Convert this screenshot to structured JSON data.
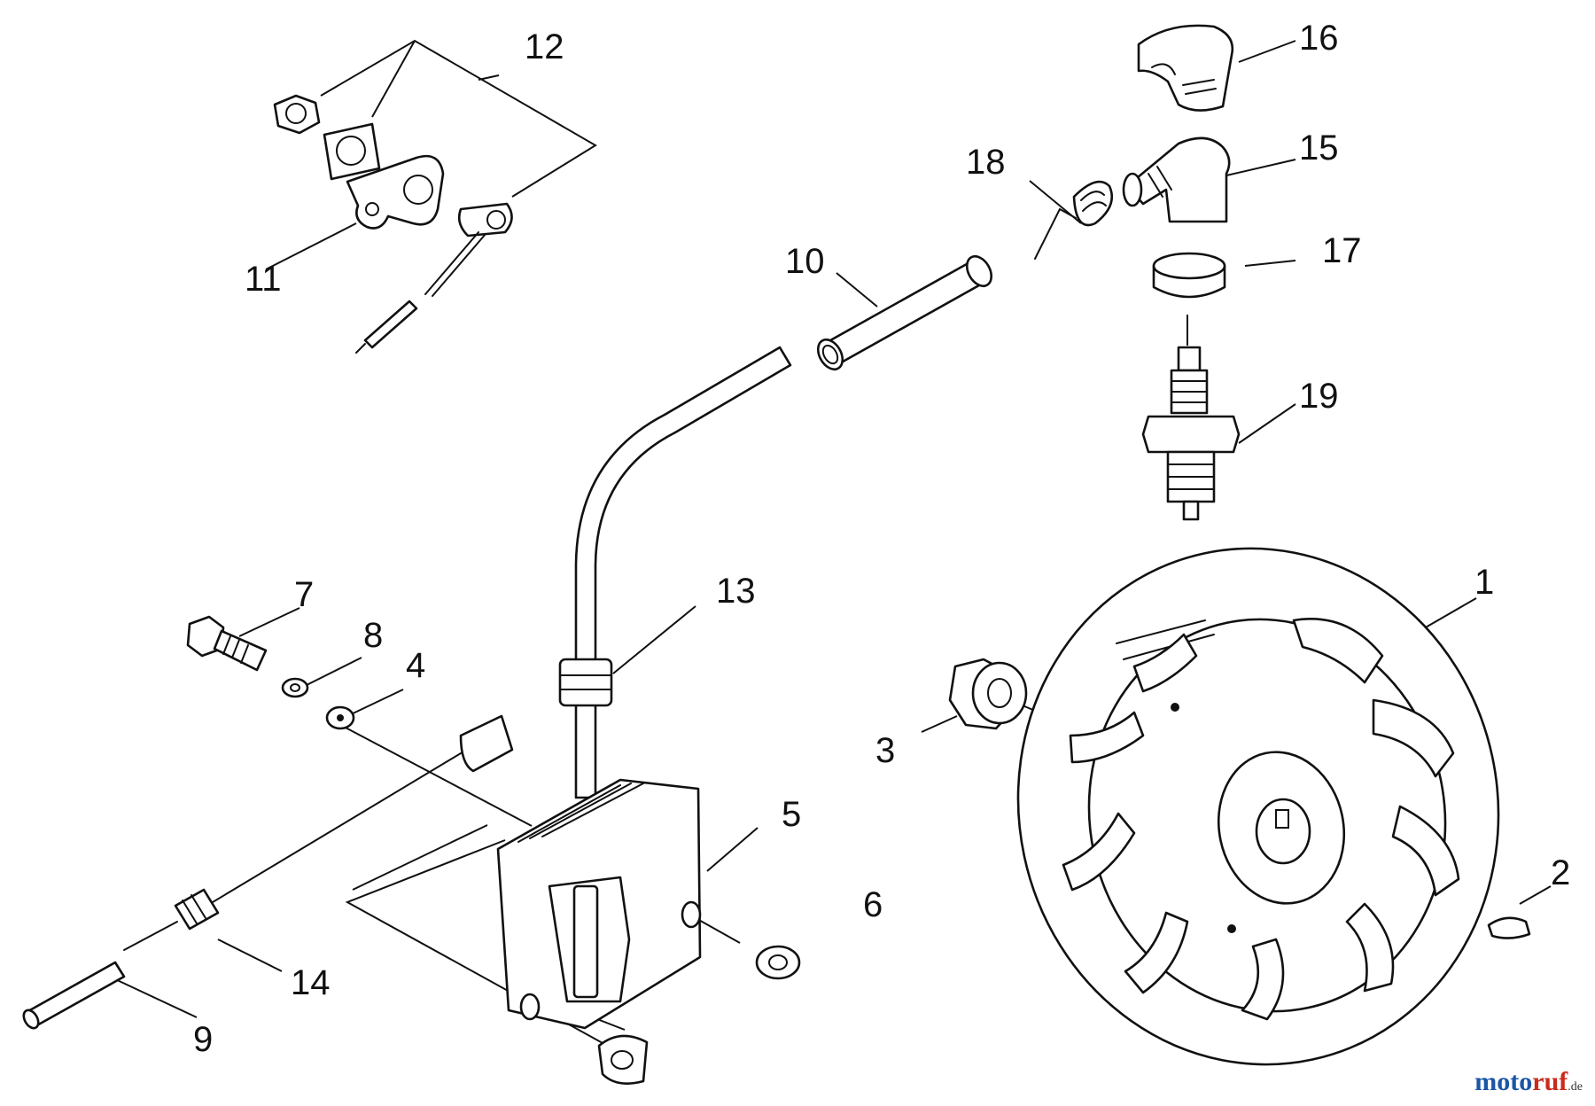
{
  "callouts": {
    "p1": "1",
    "p2": "2",
    "p3": "3",
    "p4": "4",
    "p5": "5",
    "p6": "6",
    "p7": "7",
    "p8": "8",
    "p9": "9",
    "p10": "10",
    "p11": "11",
    "p12": "12",
    "p13": "13",
    "p14": "14",
    "p15": "15",
    "p16": "16",
    "p17": "17",
    "p18": "18",
    "p19": "19"
  },
  "watermark": {
    "brand_a": "moto",
    "brand_b": "ruf",
    "tld": ".de"
  },
  "colors": {
    "line": "#111111",
    "paper": "#ffffff",
    "brand_blue": "#1a56a6",
    "brand_red": "#c92b1c"
  }
}
